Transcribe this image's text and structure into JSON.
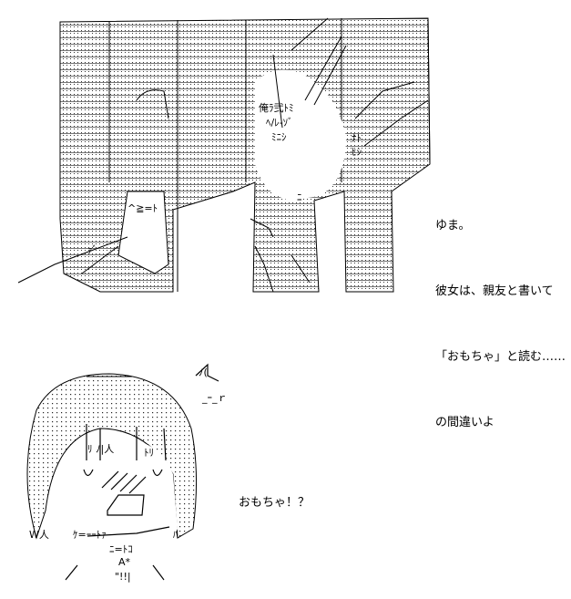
{
  "panel_top": {
    "lines": [
      "ゆま。",
      "彼女は、親友と書いて",
      "「おもちゃ」と読む……",
      "の間違いよ"
    ],
    "art_labels": [
      "俺ﾗ弐ﾄﾐ",
      "ﾍ/ﾚ-ｿﾞ",
      "ﾐﾆｼ",
      "ﾅﾄ",
      "ﾋｼ",
      "ﾆ",
      "^≧=ﾄ",
      "ｧﾞ"
    ]
  },
  "panel_bottom": {
    "line": "おもちゃ！？",
    "art_labels": [
      "ﾉ(",
      "_ｰ_ｒ",
      "ﾘ ﾉ|人",
      "ﾄﾘ",
      "W人",
      "ｹ=ｰｰﾄｧ",
      "ﾊ",
      "ﾆ=ﾄｺ",
      "A*",
      "\"!!|"
    ]
  }
}
